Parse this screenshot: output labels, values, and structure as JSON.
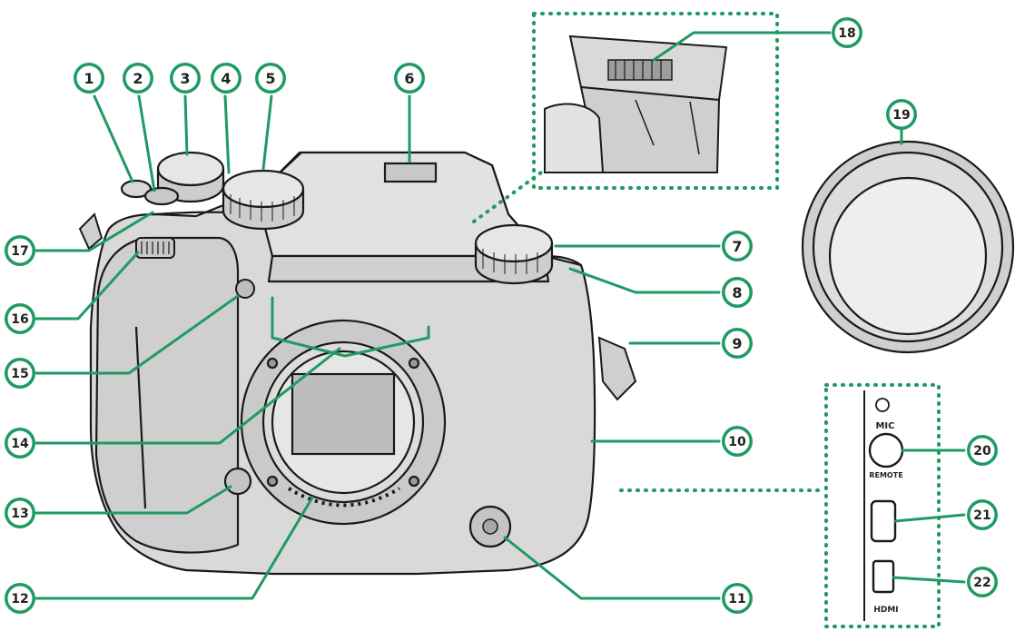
{
  "colors": {
    "callout_fill": "#1f9a62",
    "callout_text": "#222222",
    "leader": "#1f9a62",
    "body": "#d9d9d9",
    "outline": "#1a1a1a"
  },
  "callouts": [
    "1",
    "2",
    "3",
    "4",
    "5",
    "6",
    "7",
    "8",
    "9",
    "10",
    "11",
    "12",
    "13",
    "14",
    "15",
    "16",
    "17",
    "18",
    "19",
    "20",
    "21",
    "22"
  ],
  "labels": {
    "mic": "MIC",
    "remote": "REMOTE",
    "hdmi": "HDMI"
  }
}
